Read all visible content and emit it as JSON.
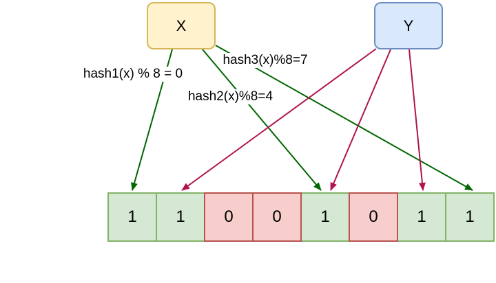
{
  "diagram_type": "bloom-filter-bit-array",
  "colors": {
    "background": "#ffffff",
    "node_x_fill": "#fff2cc",
    "node_x_border": "#d6b656",
    "node_y_fill": "#dae8fc",
    "node_y_border": "#6c8ebf",
    "cell_set_fill": "#d5e8d4",
    "cell_set_border": "#82b366",
    "cell_unset_fill": "#f8cecc",
    "cell_unset_border": "#b85450",
    "arrow_green": "#006600",
    "arrow_crimson": "#b01350",
    "text": "#000000"
  },
  "nodes": {
    "x": {
      "label": "X"
    },
    "y": {
      "label": "Y"
    }
  },
  "hash_labels": {
    "hash1": {
      "text": "hash1(x) % 8 = 0"
    },
    "hash2": {
      "text": "hash2(x)%8=4"
    },
    "hash3": {
      "text": "hash3(x)%8=7"
    }
  },
  "bit_array": {
    "length": 8,
    "cells": [
      {
        "index": 0,
        "value": "1",
        "state": "set"
      },
      {
        "index": 1,
        "value": "1",
        "state": "set"
      },
      {
        "index": 2,
        "value": "0",
        "state": "unset"
      },
      {
        "index": 3,
        "value": "0",
        "state": "unset"
      },
      {
        "index": 4,
        "value": "1",
        "state": "set"
      },
      {
        "index": 5,
        "value": "0",
        "state": "unset"
      },
      {
        "index": 6,
        "value": "1",
        "state": "set"
      },
      {
        "index": 7,
        "value": "1",
        "state": "set"
      }
    ]
  },
  "arrows": [
    {
      "from": "X",
      "to_cell": 0,
      "color": "green"
    },
    {
      "from": "X",
      "to_cell": 4,
      "color": "green"
    },
    {
      "from": "X",
      "to_cell": 7,
      "color": "green"
    },
    {
      "from": "Y",
      "to_cell": 1,
      "color": "crimson"
    },
    {
      "from": "Y",
      "to_cell": 4,
      "color": "crimson"
    },
    {
      "from": "Y",
      "to_cell": 6,
      "color": "crimson"
    }
  ]
}
